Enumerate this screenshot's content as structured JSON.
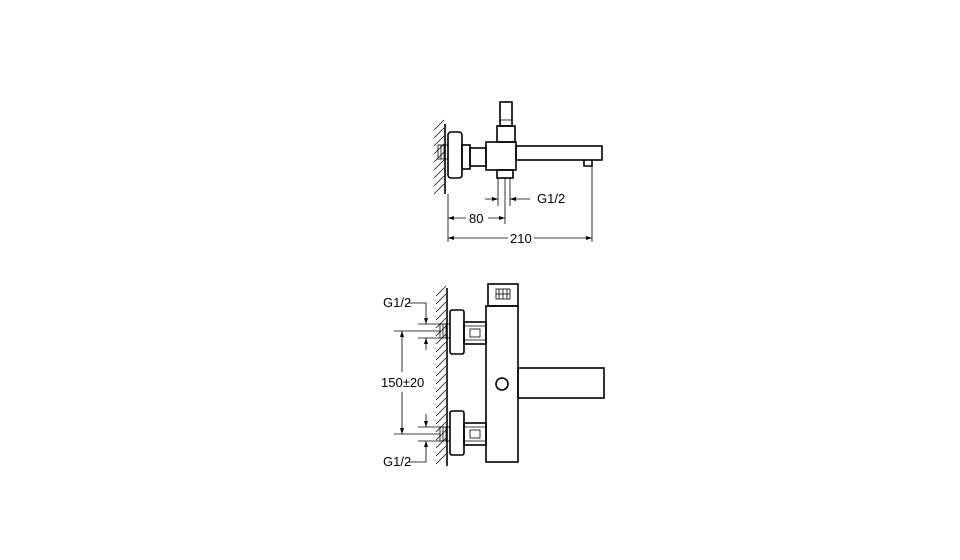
{
  "top_view": {
    "dim_connection": "G1/2",
    "dim_wall_to_axis": "80",
    "dim_total": "210"
  },
  "front_view": {
    "top_connection": "G1/2",
    "center_distance": "150±20",
    "bottom_connection": "G1/2"
  }
}
